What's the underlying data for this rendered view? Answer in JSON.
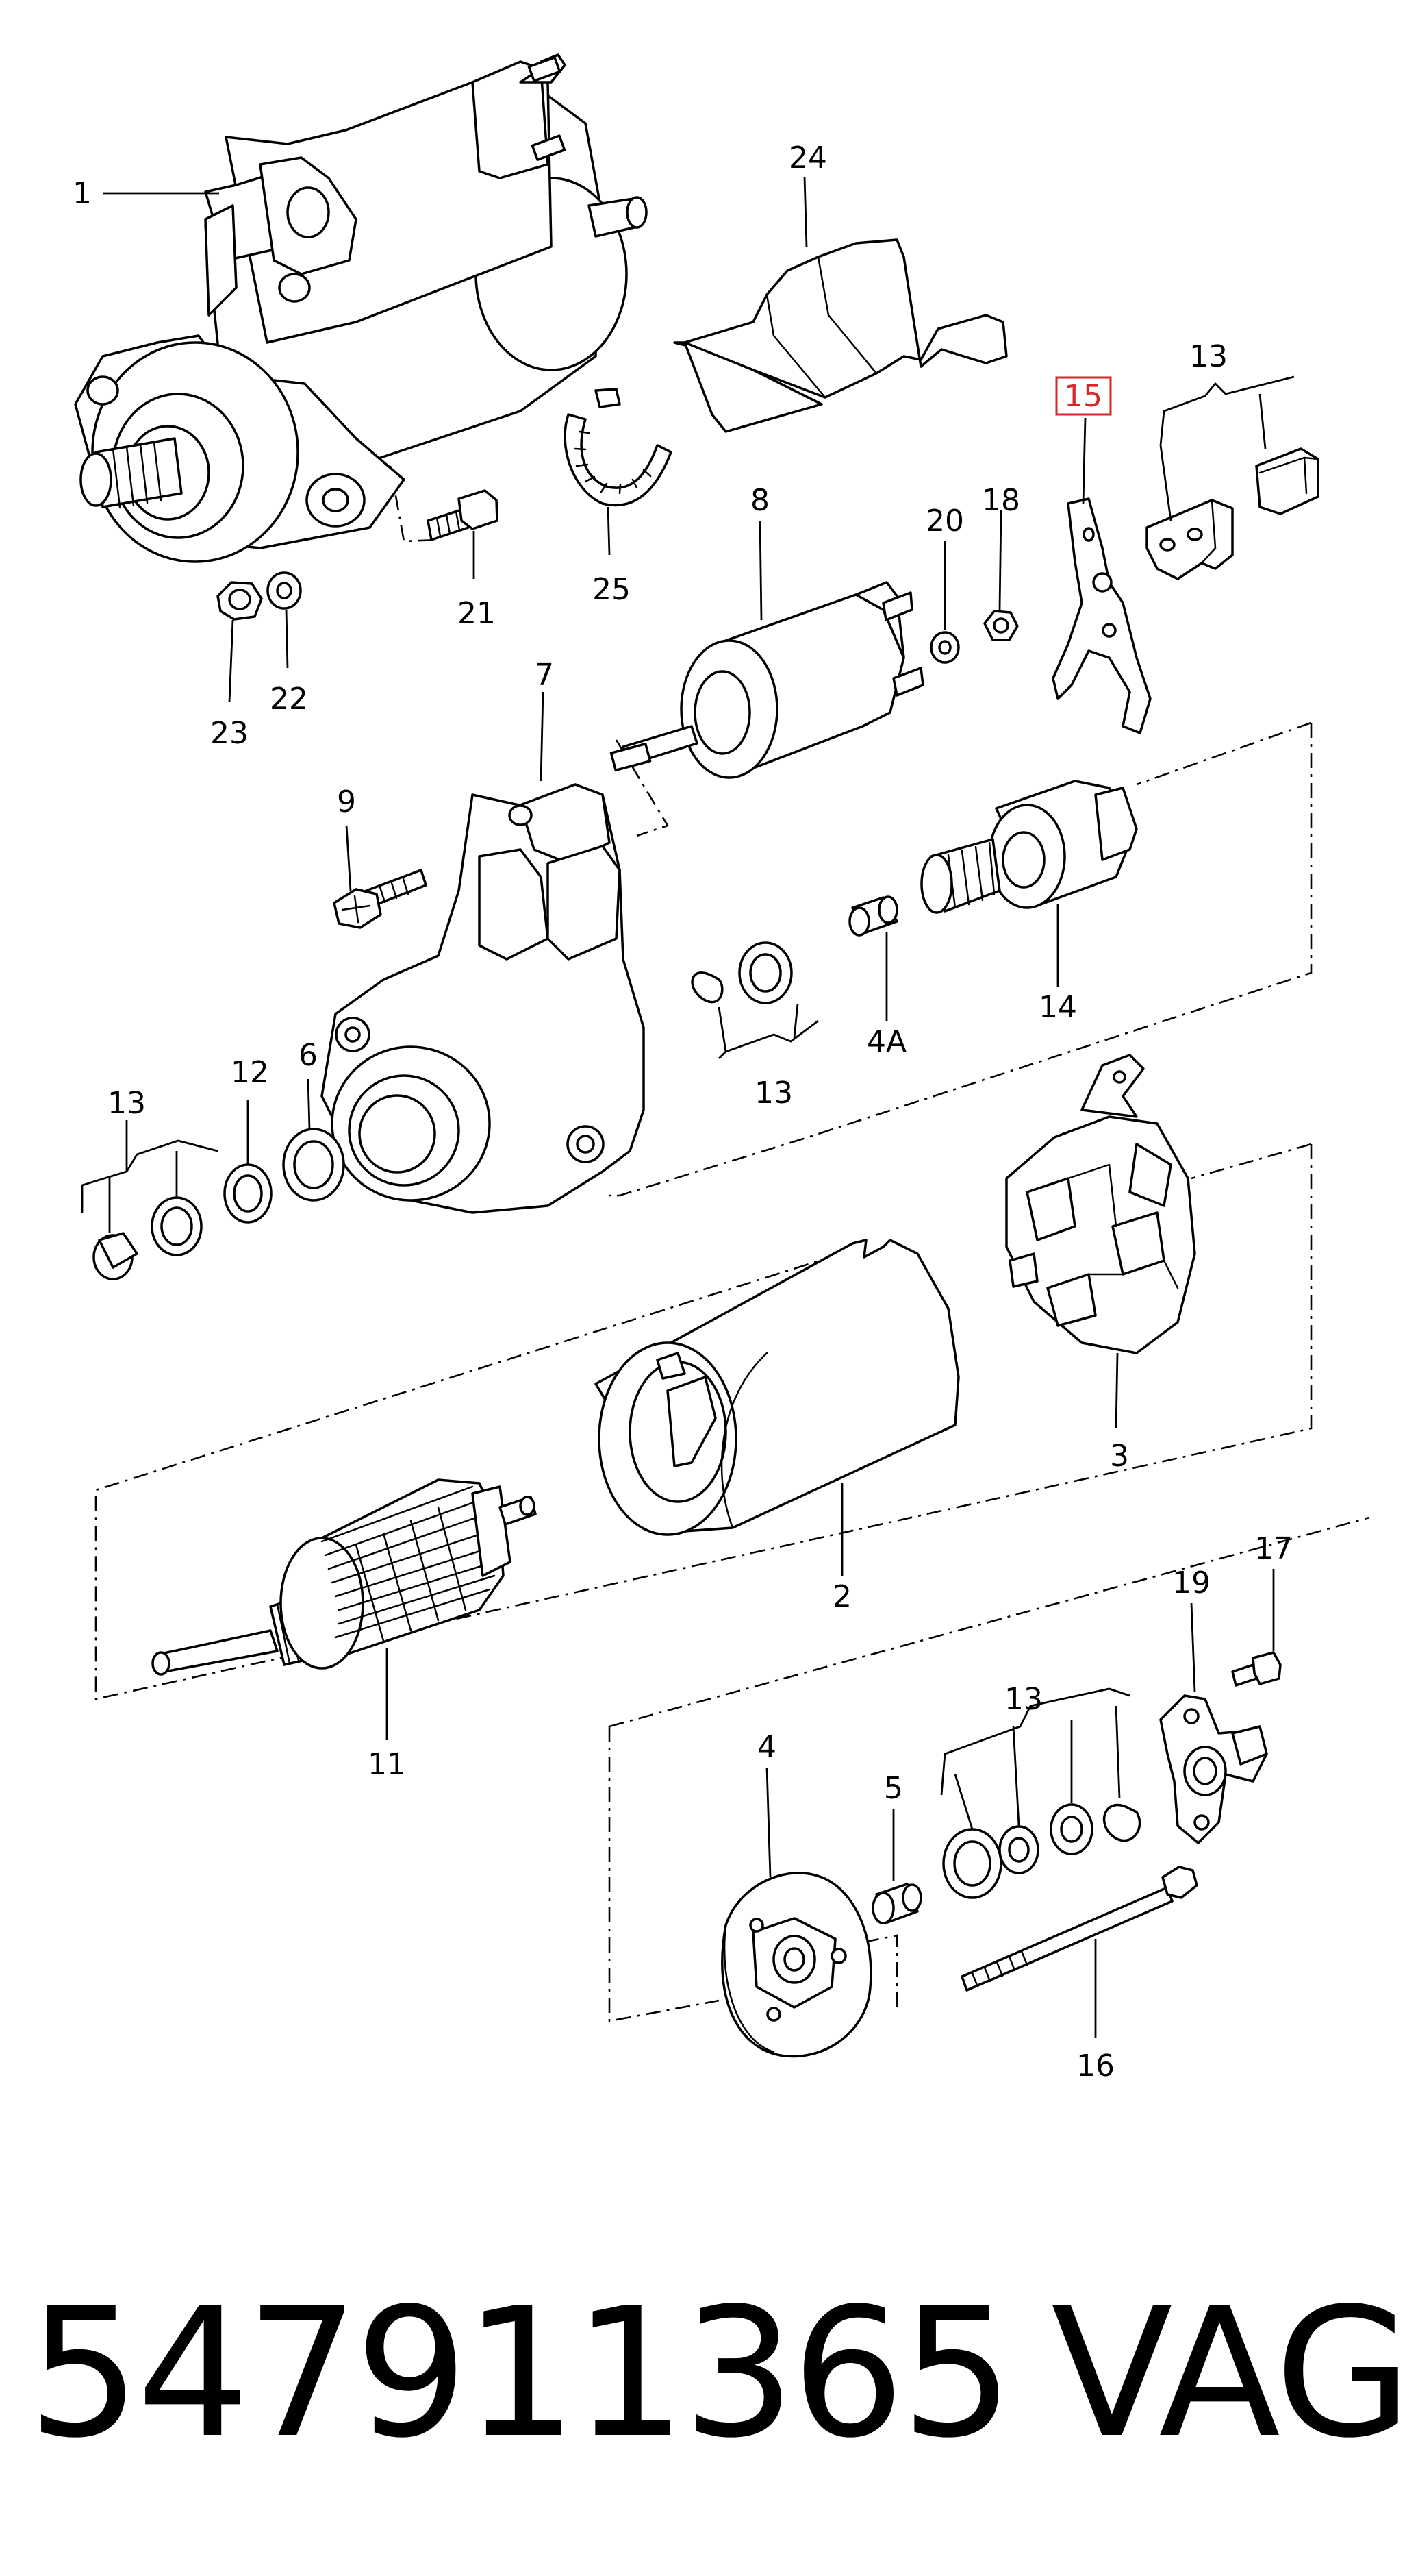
{
  "callouts": {
    "c1": "1",
    "c2": "2",
    "c3": "3",
    "c4": "4",
    "c4a": "4A",
    "c5": "5",
    "c6": "6",
    "c7": "7",
    "c8": "8",
    "c9": "9",
    "c11": "11",
    "c12": "12",
    "c13_top": "13",
    "c13_mid": "13",
    "c13_left": "13",
    "c13_bottom": "13",
    "c14": "14",
    "c15": "15",
    "c16": "16",
    "c17": "17",
    "c18": "18",
    "c19": "19",
    "c20": "20",
    "c21": "21",
    "c22": "22",
    "c23": "23",
    "c24": "24",
    "c25": "25"
  },
  "highlight": {
    "part": "15",
    "color": "#d62728"
  },
  "footer": {
    "part_number": "547911365",
    "brand": "VAG"
  }
}
